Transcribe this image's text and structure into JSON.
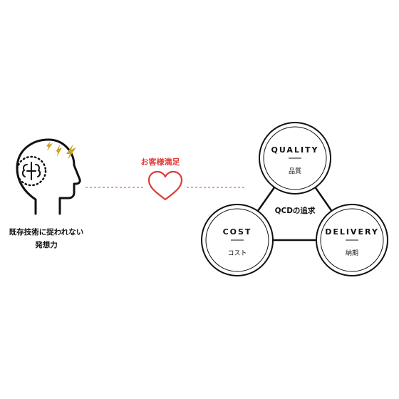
{
  "left": {
    "caption_line1": "既存技術に捉われない",
    "caption_line2": "発想力",
    "icon": "head-with-brain-icon",
    "spark_icon": "lightning-bolt-icon",
    "spark_color": "#c9a227"
  },
  "connector": {
    "label": "お客様満足",
    "icon": "heart-icon",
    "color": "#e03a3a"
  },
  "qcd": {
    "center_label": "QCDの追求",
    "quality": {
      "title": "QUALITY",
      "subtitle": "品質"
    },
    "cost": {
      "title": "COST",
      "subtitle": "コスト"
    },
    "delivery": {
      "title": "DELIVERY",
      "subtitle": "納期"
    }
  }
}
